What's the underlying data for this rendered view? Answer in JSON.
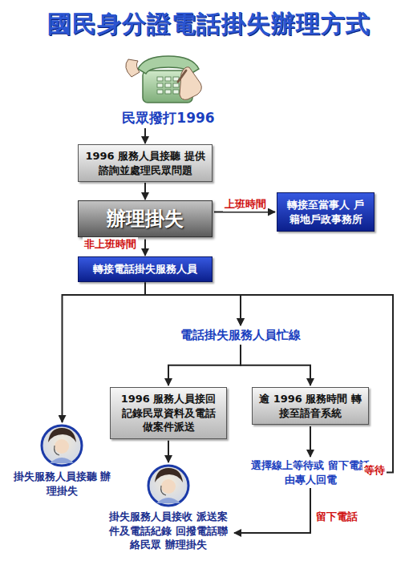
{
  "diagram": {
    "title": "國民身分證電話掛失辦理方式",
    "nodes": [
      {
        "text": [
          "民眾撥打1996"
        ]
      },
      {
        "text": [
          "1996 服務人員接聽 提供諮詢並處理民眾問題"
        ]
      },
      {
        "text": [
          "辦理掛失"
        ]
      },
      {
        "text": [
          "轉接至當事人 戶籍地戶政事務所"
        ]
      },
      {
        "text": [
          "轉接電話掛失服務人員"
        ]
      },
      {
        "text": [
          "電話掛失服務人員忙線"
        ]
      },
      {
        "text": [
          "1996 服務人員接回 記錄民眾資料及電話 做案件派送"
        ]
      },
      {
        "text": [
          "逾 1996 服務時間 轉接至語音系統"
        ]
      },
      {
        "text": [
          "掛失服務人員接聽 辦理掛失"
        ]
      },
      {
        "text": [
          "選擇線上等待或 留下電話由專人回電"
        ]
      },
      {
        "text": [
          "掛失服務人員接收 派送案件及電話紀錄 回撥電話聯絡民眾 辦理掛失"
        ]
      }
    ],
    "edges": [
      {
        "from": 0,
        "to": 1,
        "arrow": "to"
      },
      {
        "from": 1,
        "to": 2,
        "arrow": "to"
      },
      {
        "from": 2,
        "to": 3,
        "label": "上班時間",
        "arrow": "to"
      },
      {
        "from": 2,
        "to": 4,
        "label": "非上班時間",
        "arrow": "to"
      },
      {
        "from": 4,
        "to": 8,
        "arrow": "to"
      },
      {
        "from": 4,
        "to": 5,
        "arrow": "to"
      },
      {
        "from": 5,
        "to": 6,
        "arrow": "to"
      },
      {
        "from": 5,
        "to": 7,
        "arrow": "to"
      },
      {
        "from": 6,
        "to": 10,
        "arrow": "to"
      },
      {
        "from": 7,
        "to": 9,
        "arrow": "to"
      },
      {
        "from": 9,
        "to": 10,
        "label": "留下電話",
        "arrow": "to"
      },
      {
        "from": 9,
        "to": 5,
        "label": "等待",
        "arrow": "to"
      }
    ]
  }
}
